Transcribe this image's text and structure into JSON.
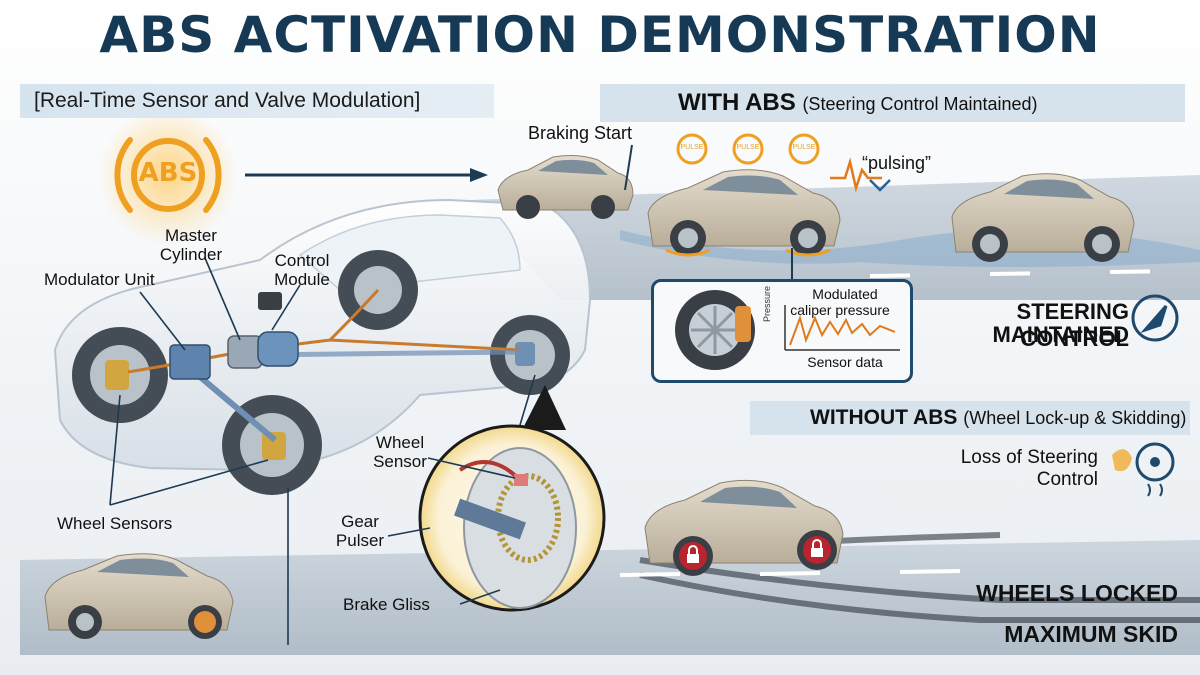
{
  "title": "ABS ACTIVATION DEMONSTRATION",
  "subtitle_left": "[Real-Time Sensor and Valve Modulation]",
  "with_abs": {
    "heading": "WITH ABS",
    "heading_sub": "(Steering Control Maintained)",
    "braking_start": "Braking Start",
    "pulse_labels": [
      "PULSE",
      "PULSE",
      "PULSE"
    ],
    "pulsing": "“pulsing”",
    "inset": {
      "title_line1": "Modulated",
      "title_line2": "caliper pressure",
      "axis_label": "Pressure",
      "caption": "Sensor data"
    },
    "result_line1": "STEERING CONTROL",
    "result_line2": "MAINTAINED"
  },
  "without_abs": {
    "heading": "WITHOUT ABS",
    "heading_sub": "(Wheel Lock-up & Skidding)",
    "loss_line1": "Loss of Steering",
    "loss_line2": "Control",
    "result_line1": "WHEELS LOCKED",
    "result_line2": "MAXIMUM SKID"
  },
  "warning_light": "ABS",
  "components": {
    "master_cylinder_1": "Master",
    "master_cylinder_2": "Cylinder",
    "control_module_1": "Control",
    "control_module_2": "Module",
    "modulator_unit": "Modulator Unit",
    "wheel_sensors": "Wheel Sensors",
    "wheel_sensor_1": "Wheel",
    "wheel_sensor_2": "Sensor",
    "gear_pulser_1": "Gear",
    "gear_pulser_2": "Pulser",
    "brake_disc": "Brake Gliss"
  },
  "colors": {
    "title": "#163a56",
    "warning_amber": "#f0a020",
    "brake_line": "#c97a2a",
    "lock_red": "#d0202a",
    "band": "#d7e3ec"
  }
}
